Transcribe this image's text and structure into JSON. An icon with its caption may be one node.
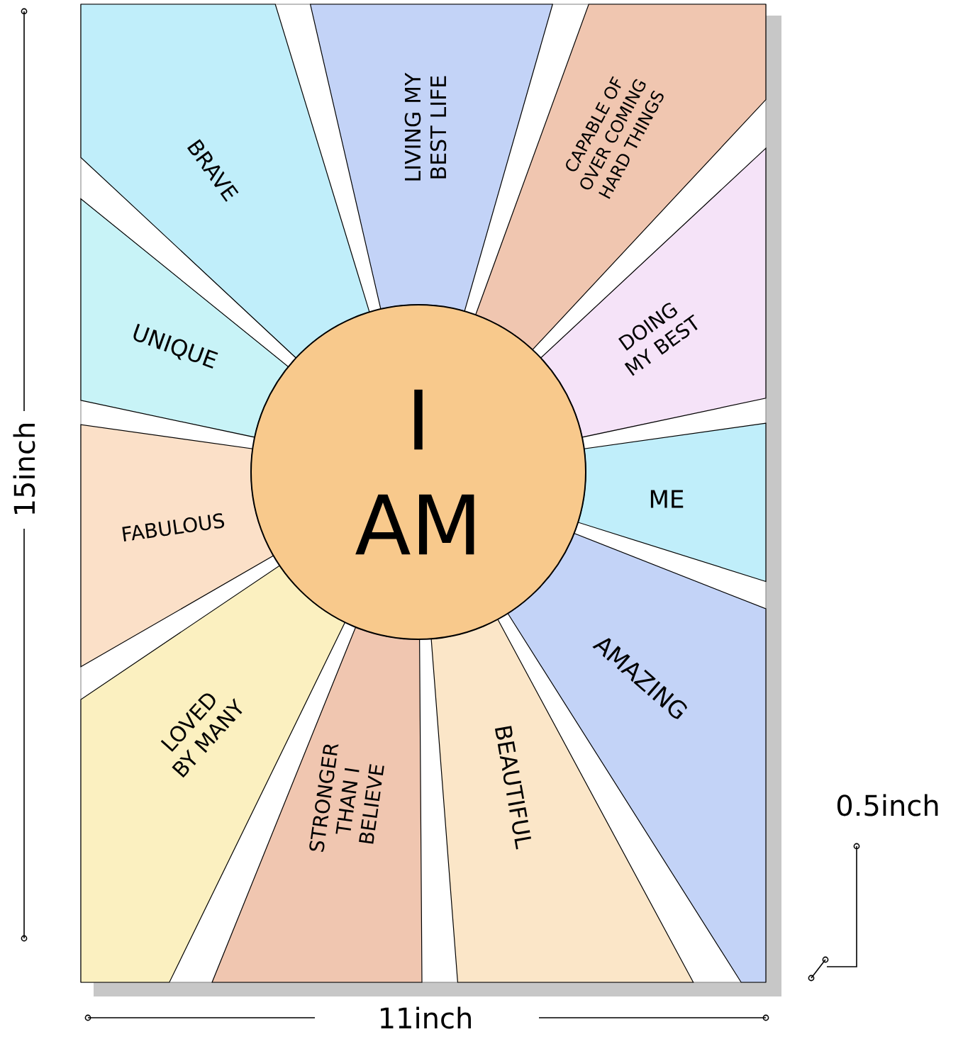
{
  "diagram": {
    "nodes": [
      {
        "text": [
          "BRAVE"
        ]
      },
      {
        "text": [
          "LIVING MY BEST LIFE"
        ]
      },
      {
        "text": [
          "CAPABLE OF OVER COMING HARD THINGS"
        ]
      },
      {
        "text": [
          "DOING MY BEST"
        ]
      },
      {
        "text": [
          "ME"
        ]
      },
      {
        "text": [
          "AMAZING"
        ]
      },
      {
        "text": [
          "BEAUTIFUL"
        ]
      },
      {
        "text": [
          "STRONGER THAN I BELIEVE"
        ]
      },
      {
        "text": [
          "LOVED BY MANY"
        ]
      },
      {
        "text": [
          "FABULOUS"
        ]
      },
      {
        "text": [
          "UNIQUE"
        ]
      },
      {
        "text": [
          "I AM"
        ]
      }
    ],
    "edges": [],
    "labels": [
      "15inch",
      "0.5inch",
      "11inch"
    ]
  }
}
